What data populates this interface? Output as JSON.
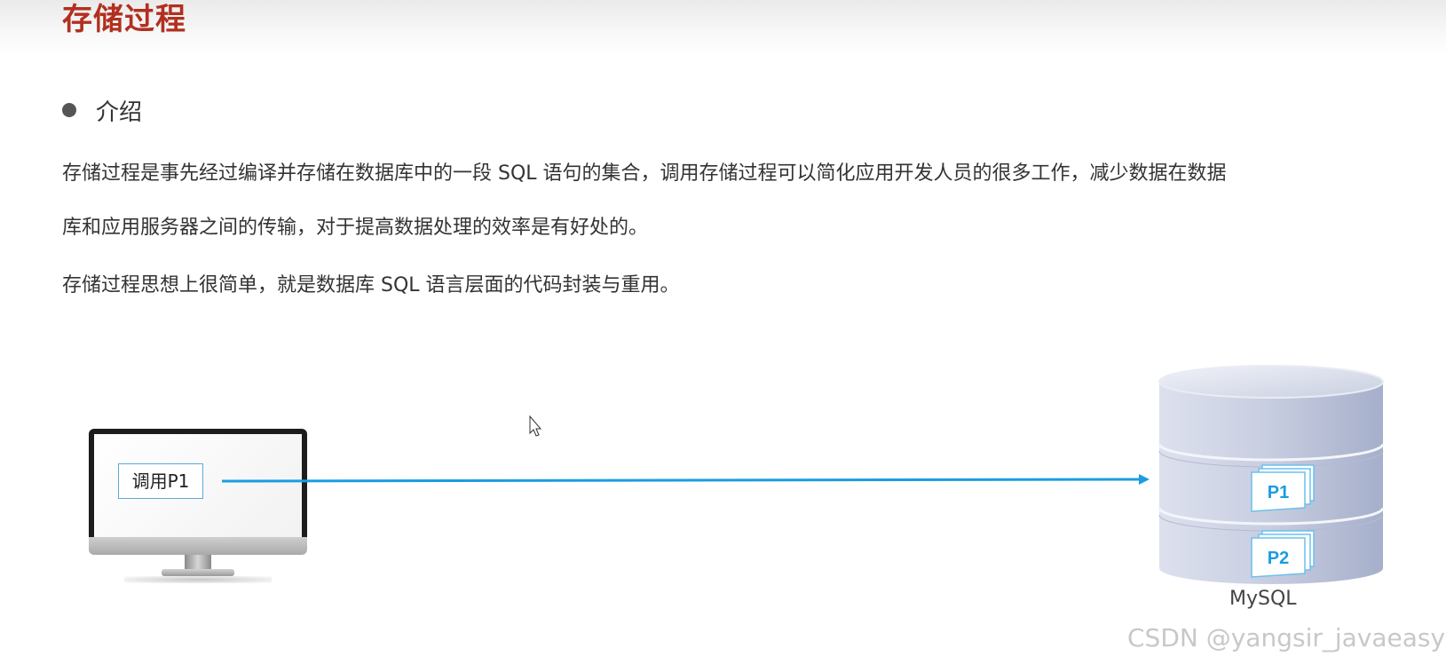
{
  "slide": {
    "title": "存储过程",
    "bullet_heading": "介绍",
    "paragraph1_line1": "存储过程是事先经过编译并存储在数据库中的一段 SQL 语句的集合，调用存储过程可以简化应用开发人员的很多工作，减少数据在数据",
    "paragraph1_line2": "库和应用服务器之间的传输，对于提高数据处理的效率是有好处的。",
    "paragraph2": "存储过程思想上很简单，就是数据库 SQL 语言层面的代码封装与重用。"
  },
  "diagram": {
    "client_button": "调用P1",
    "database_label": "MySQL",
    "procedures": [
      "P1",
      "P2"
    ],
    "arrow_color": "#1a9de0",
    "procedure_color": "#1a9de0"
  },
  "watermark": "CSDN @yangsir_javaeasy",
  "icons": {
    "client": "desktop-monitor-icon",
    "database": "database-cylinder-icon",
    "cursor": "mouse-cursor-icon"
  }
}
